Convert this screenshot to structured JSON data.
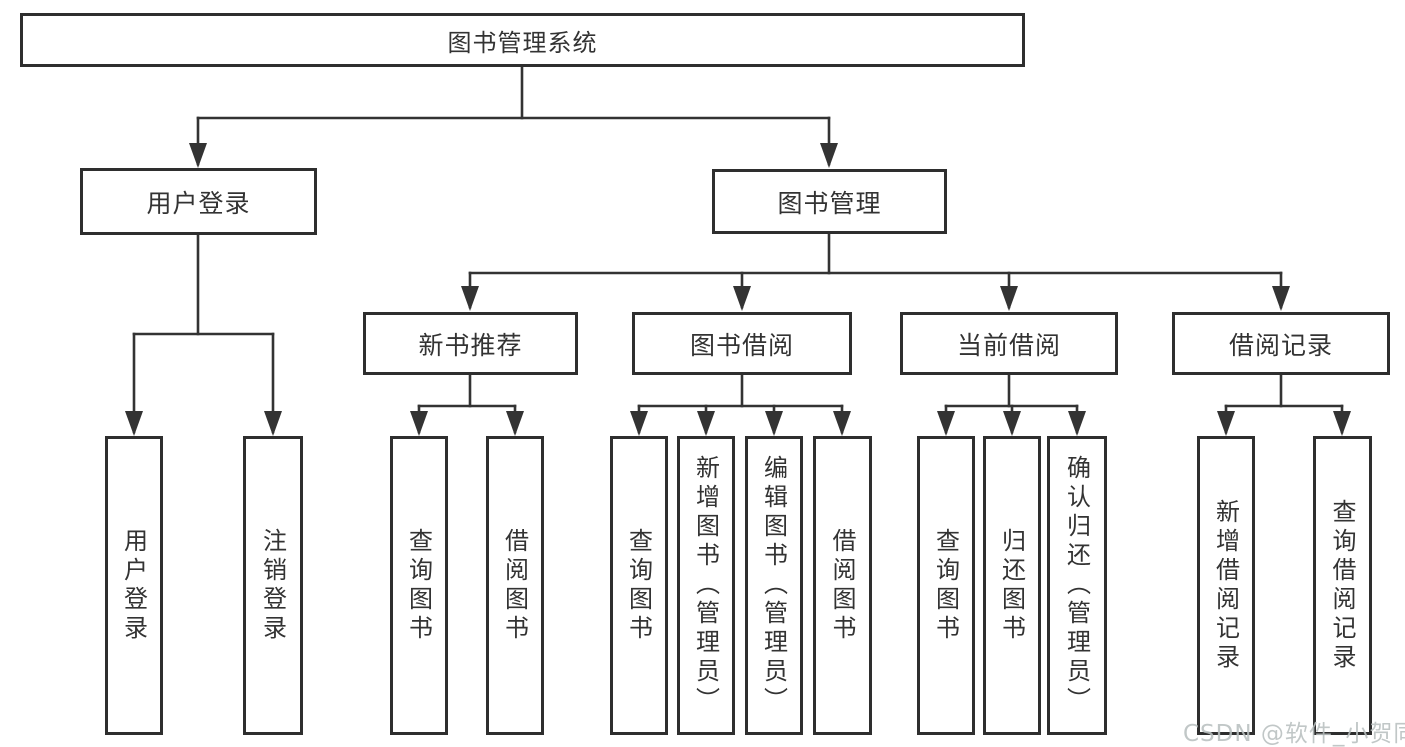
{
  "diagram": {
    "root": {
      "label": "图书管理系统"
    },
    "branches": [
      {
        "label": "用户登录",
        "children": [
          {
            "label": "用户登录"
          },
          {
            "label": "注销登录"
          }
        ]
      },
      {
        "label": "图书管理",
        "children": [
          {
            "label": "新书推荐",
            "children": [
              {
                "label": "查询图书"
              },
              {
                "label": "借阅图书"
              }
            ]
          },
          {
            "label": "图书借阅",
            "children": [
              {
                "label": "查询图书"
              },
              {
                "label": "新增图书（管理员）"
              },
              {
                "label": "编辑图书（管理员）"
              },
              {
                "label": "借阅图书"
              }
            ]
          },
          {
            "label": "当前借阅",
            "children": [
              {
                "label": "查询图书"
              },
              {
                "label": "归还图书"
              },
              {
                "label": "确认归还（管理员）"
              }
            ]
          },
          {
            "label": "借阅记录",
            "children": [
              {
                "label": "新增借阅记录"
              },
              {
                "label": "查询借阅记录"
              }
            ]
          }
        ]
      }
    ],
    "watermark": "CSDN @软件_小贺同学",
    "colors": {
      "line": "#333333",
      "border": "#2e2e2e",
      "text": "#333333",
      "watermark": "#b9c0c0",
      "background": "#ffffff"
    }
  }
}
